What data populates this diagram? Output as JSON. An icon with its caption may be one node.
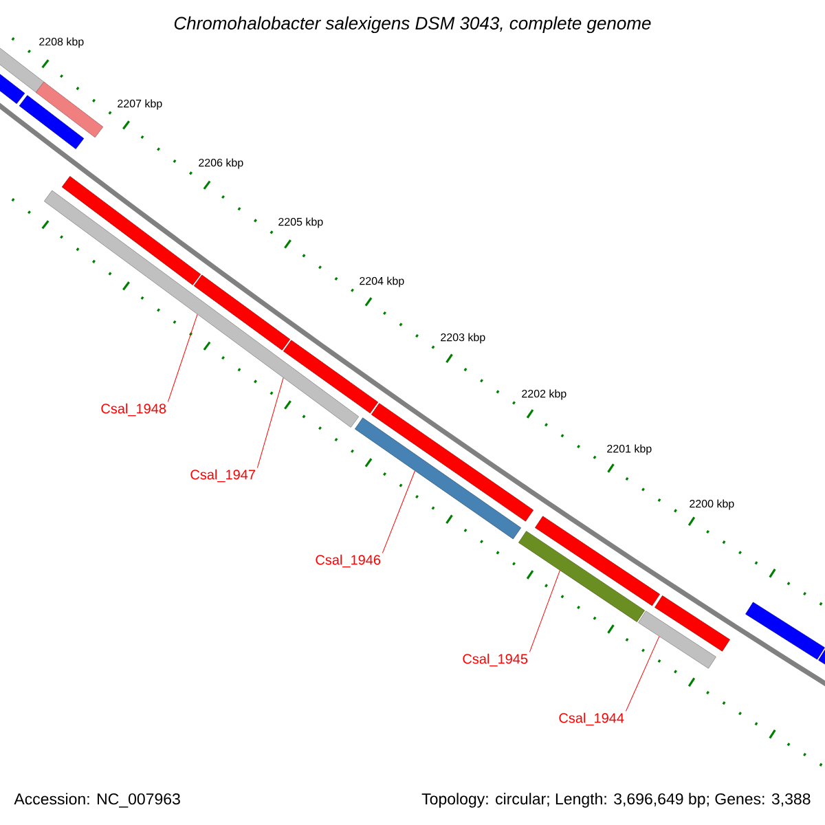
{
  "diagram": {
    "title": "Chromohalobacter salexigens DSM 3043, complete genome",
    "nodes": [
      {
        "text": [
          "Csal_1948"
        ]
      },
      {
        "text": [
          "Csal_1947"
        ]
      },
      {
        "text": [
          "Csal_1946"
        ]
      },
      {
        "text": [
          "Csal_1945"
        ]
      },
      {
        "text": [
          "Csal_1944"
        ]
      },
      {
        "text": [],
        "shape": "bar"
      },
      {
        "text": [],
        "shape": "bar"
      },
      {
        "text": [],
        "shape": "bar"
      },
      {
        "text": [],
        "shape": "bar"
      }
    ],
    "edges": [
      {
        "from": 0,
        "to": 5,
        "arrow": "none"
      },
      {
        "from": 1,
        "to": 5,
        "arrow": "none"
      },
      {
        "from": 2,
        "to": 6,
        "arrow": "none"
      },
      {
        "from": 3,
        "to": 7,
        "arrow": "none"
      },
      {
        "from": 4,
        "to": 8,
        "arrow": "none"
      }
    ],
    "labels": [
      "2208 kbp",
      "2207 kbp",
      "2206 kbp",
      "2205 kbp",
      "2204 kbp",
      "2203 kbp",
      "2202 kbp",
      "2201 kbp",
      "2200 kbp",
      "Accession: NC_007963",
      "Topology: circular; Length: 3,696,649 bp; Genes: 3,388"
    ]
  }
}
